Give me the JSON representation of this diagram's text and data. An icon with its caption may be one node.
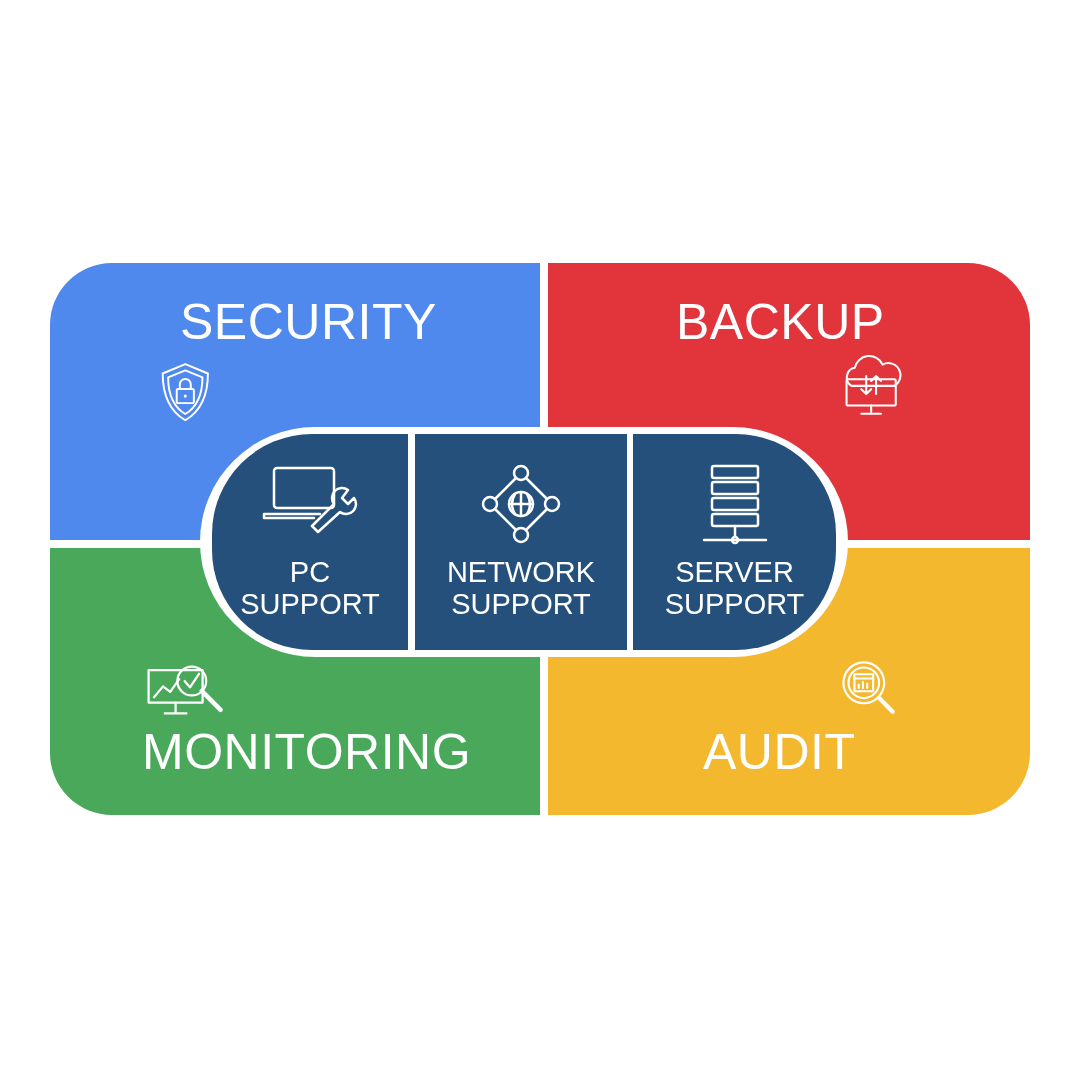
{
  "diagram": {
    "nodes": [
      {
        "text": [
          "SECURITY"
        ]
      },
      {
        "text": [
          "BACKUP"
        ]
      },
      {
        "text": [
          "MONITORING"
        ]
      },
      {
        "text": [
          "AUDIT"
        ]
      },
      {
        "text": [],
        "shape": "box"
      },
      {
        "text": [
          "PC SUPPORT"
        ],
        "in": 4
      },
      {
        "text": [
          "NETWORK SUPPORT"
        ],
        "in": 4
      },
      {
        "text": [
          "SERVER SUPPORT"
        ],
        "in": 4
      }
    ]
  }
}
